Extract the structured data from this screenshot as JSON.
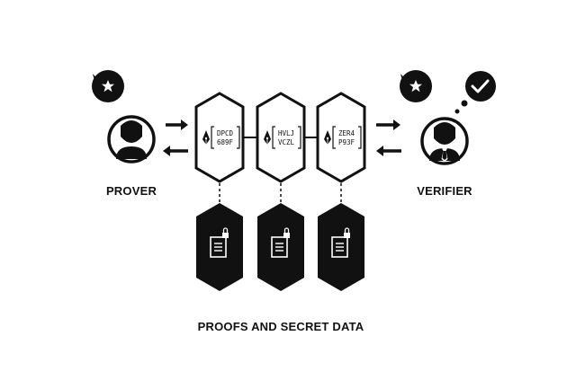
{
  "prover": {
    "label": "PROVER",
    "bubble_icon": "star-icon",
    "avatar_icon": "person-icon"
  },
  "verifier": {
    "label": "VERIFIER",
    "bubble_icon": "star-icon",
    "thought_icon": "checkmark-icon",
    "avatar_icon": "person-with-tie-icon"
  },
  "proofs": [
    {
      "line1": "DPCD",
      "line2": "689F",
      "icon": "pen-nib-icon"
    },
    {
      "line1": "HVLJ",
      "line2": "VCZL",
      "icon": "pen-nib-icon"
    },
    {
      "line1": "ZER4",
      "line2": "P93F",
      "icon": "pen-nib-icon"
    }
  ],
  "secret_icon": "locked-document-icon",
  "caption": "PROOFS AND SECRET DATA",
  "colors": {
    "ink": "#111111",
    "background": "#ffffff"
  }
}
